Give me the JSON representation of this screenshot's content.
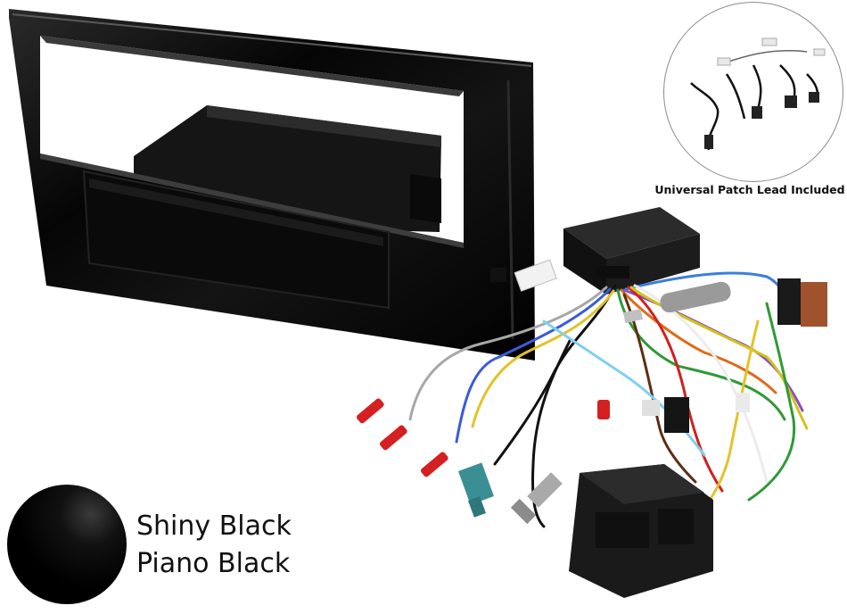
{
  "product": {
    "patch_lead_caption": "Universal Patch Lead Included",
    "finish_lines": [
      "Shiny Black",
      "Piano Black"
    ]
  },
  "colors": {
    "fascia": "#050505",
    "background": "#ffffff",
    "ce_connector": "#1a1a1a",
    "fakra_connector": "#3a8f94",
    "bullet_connectors": "#d42020",
    "iso_connector_brown": "#a0522d"
  },
  "icons": [
    "fascia-panel-icon",
    "pocket-tray-icon",
    "wiring-harness-icon",
    "interface-box-icon",
    "antenna-adapter-icon",
    "patch-lead-icon",
    "color-swatch-icon"
  ]
}
